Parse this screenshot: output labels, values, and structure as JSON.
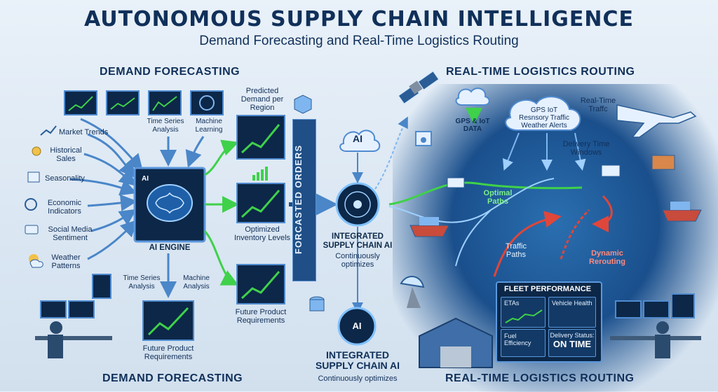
{
  "header": {
    "title": "AUTONOMOUS SUPPLY CHAIN INTELLIGENCE",
    "subtitle": "Demand Forecasting and Real-Time Logistics Routing"
  },
  "sections": {
    "left_top": "DEMAND FORECASTING",
    "right_top": "REAL-TIME LOGISTICS ROUTING",
    "left_bottom": "DEMAND FORECASTING",
    "right_bottom": "REAL-TIME LOGISTICS ROUTING"
  },
  "inputs": {
    "market_trends": "Market Trends",
    "historical_sales": "Historical\nSales",
    "seasonality": "Seasonality",
    "economic_indicators": "Economic\nIndicators",
    "social_media": "Social Media\nSentiment",
    "weather": "Weather\nPatterns"
  },
  "ai_engine": {
    "label": "AI ENGINE",
    "badge": "AI",
    "top_left": "Time Series\nAnalysis",
    "top_right": "Machine\nLearning",
    "bottom_left": "Time Series\nAnalysis",
    "bottom_right": "Machine\nAnalysis"
  },
  "outputs": {
    "predicted": "Predicted\nDemand per\nRegion",
    "inventory": "Optimized\nInventory Levels",
    "future": "Future Product\nRequirements",
    "future_bottom": "Future Product\nRequirements"
  },
  "sidebar_label": "FORCASTED ORDERS",
  "integrated_top": {
    "title": "INTEGRATED\nSUPPLY CHAIN AI",
    "sub": "Continuously\noptimizes"
  },
  "integrated_bottom": {
    "badge": "AI",
    "title": "INTEGRATED\nSUPPLY CHAIN AI",
    "sub": "Continuously optimizes"
  },
  "ai_cloud": "AI",
  "logistics": {
    "gps_data": "GPS & IoT\nDATA",
    "cloud": "GPS IoT\nResnsory Traffic\nWeather Alerts",
    "real_time_traffic": "Real-Time\nTraffc",
    "delivery_windows": "Delivery Time\nWindows",
    "optimal_paths": "Optimal\nPaths",
    "traffic_paths": "Traffic\nPaths",
    "dynamic_rerouting": "Dynamic\nRerouting"
  },
  "fleet": {
    "title": "FLEET PERFORMANCE",
    "etas": "ETAs",
    "vehicle_health": "Vehicle Health",
    "fuel": "Fuel\nEfficiency",
    "delivery_status_label": "Delivery Status:",
    "delivery_status_value": "ON TIME"
  },
  "colors": {
    "navy": "#10305a",
    "panel": "#0c2748",
    "panel_border": "#4f8bd0",
    "green": "#3fd14a",
    "arrow_blue": "#4a86c8",
    "route_red": "#e0463a"
  }
}
